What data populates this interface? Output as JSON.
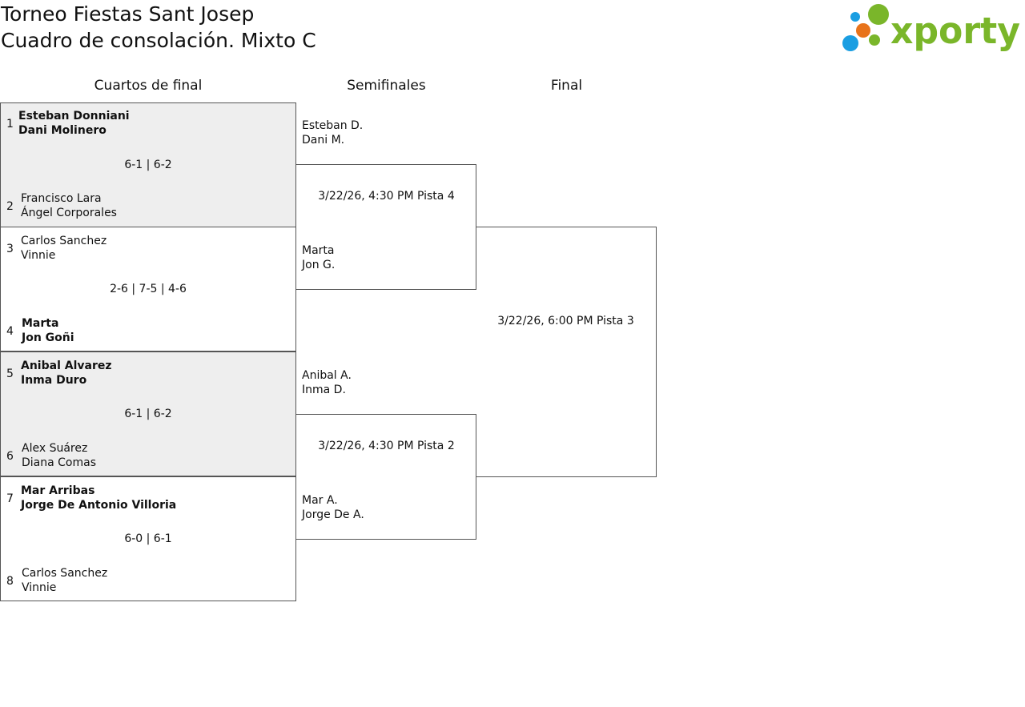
{
  "header": {
    "title_line1": "Torneo Fiestas Sant Josep",
    "title_line2": "Cuadro de consolación. Mixto C",
    "logo_text": "xporty",
    "logo_colors": {
      "green": "#7ab62a",
      "blue": "#1a9ee2",
      "orange": "#e8731a"
    }
  },
  "rounds": {
    "quarterfinals": "Cuartos de final",
    "semifinals": "Semifinales",
    "final": "Final"
  },
  "quarterfinals": [
    {
      "top": {
        "seed": "1",
        "line1": "Esteban Donniani",
        "line2": "Dani Molinero"
      },
      "score": "6-1 | 6-2",
      "bottom": {
        "seed": "2",
        "line1": "Francisco Lara",
        "line2": "Ángel Corporales"
      }
    },
    {
      "top": {
        "seed": "3",
        "line1": "Carlos Sanchez",
        "line2": "Vinnie"
      },
      "score": "2-6 | 7-5 | 4-6",
      "bottom": {
        "seed": "4",
        "line1": "Marta",
        "line2": "Jon Goñi"
      }
    },
    {
      "top": {
        "seed": "5",
        "line1": "Anibal Alvarez",
        "line2": "Inma Duro"
      },
      "score": "6-1 | 6-2",
      "bottom": {
        "seed": "6",
        "line1": "Alex Suárez",
        "line2": "Diana Comas"
      }
    },
    {
      "top": {
        "seed": "7",
        "line1": "Mar Arribas",
        "line2": "Jorge De Antonio Villoria"
      },
      "score": "6-0 | 6-1",
      "bottom": {
        "seed": "8",
        "line1": "Carlos Sanchez",
        "line2": "Vinnie"
      }
    }
  ],
  "semifinals": [
    {
      "top": {
        "line1": "Esteban D.",
        "line2": "Dani M."
      },
      "schedule": "3/22/26, 4:30 PM Pista 4",
      "bottom": {
        "line1": "Marta",
        "line2": "Jon G."
      }
    },
    {
      "top": {
        "line1": "Anibal A.",
        "line2": "Inma D."
      },
      "schedule": "3/22/26, 4:30 PM Pista 2",
      "bottom": {
        "line1": "Mar A.",
        "line2": "Jorge De A."
      }
    }
  ],
  "final": {
    "schedule": "3/22/26, 6:00 PM Pista 3"
  }
}
